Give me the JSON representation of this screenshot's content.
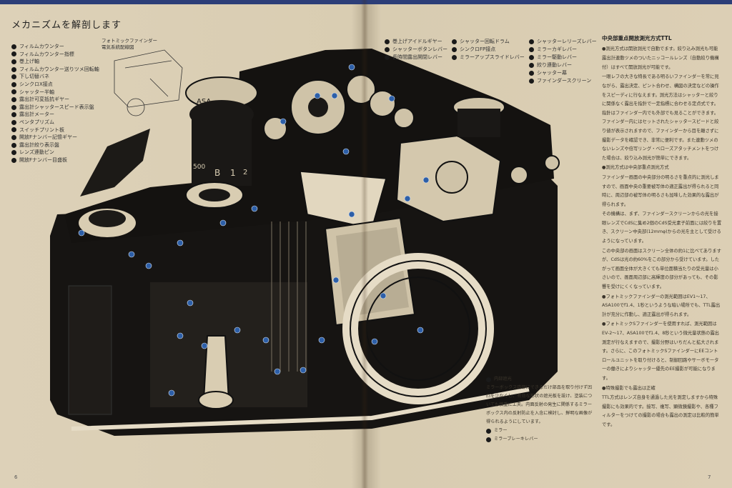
{
  "page": {
    "title": "メカニズムを解剖します",
    "legend": [
      "フィルムカウンター",
      "フィルムカウンター指標",
      "巻上げ軸",
      "フィルムカウンター送りツメ回転軸",
      "下し切替バネ",
      "シンクロX接点",
      "シャッター半軸",
      "露出計可変抵抗ギヤー",
      "露出計シャッタースピード表示盤",
      "露出計メーター",
      "ペンタプリズム",
      "スイッチプリント板",
      "開放Fナンバー記憶ギヤー",
      "露出計絞り表示盤",
      "レンズ連動ピン",
      "開放Fナンバー目盛板"
    ],
    "finder_caption": [
      "フォトミックファインダー",
      "電気系統配線図"
    ],
    "legend_col2": [
      "巻上げアイドルギヤー",
      "シャッターボタンレバー",
      "長時間露出開閉レバー"
    ],
    "legend_col3": [
      "シャッター回転ドラム",
      "シンクロFP接点",
      "ミラーアップスライドレバー"
    ],
    "legend_col4": [
      "シャッターレリーズレバー",
      "ミラーカギレバー",
      "ミラー駆動レバー",
      "絞り連動レバー",
      "シャッター幕",
      "ファインダースクリーン"
    ],
    "right_heading": "中央部重点開放測光方式TTL",
    "right_paragraphs": [
      "●測光方式は開放測光で自動でます。絞り込み測光も可能",
      "露出計連動ツメのついたニッコールレンズ（自動絞り機構付）はすべて開放測光が可能です。",
      "一眼レフの大きな特長である明るいファインダーを常に見ながら、露出決定、ピント合わせ、構図の決定などの操作をスピーディに行なえます。測光方法はシャッターと絞りに関係なく露出を指針で一定指標に合わせる定点式です。指針はファインダー内でも外部でも見ることができます。ファインダー内にはセットされたシャッタースピードと絞り値が表示されますので、ファインダーから目を離さずに撮影データを確認でき、非常に便利です。また連動ツメのないレンズや倍写リング・ベローズアタッチメントをつけた場合は、絞り込み測光が簡単にできます。",
      "●測光方式は中央部重点測光方式",
      "ファインダー画面の中央部分の明るさを重点的に測光しますので、画面中央の重要被写体の適正露出が得られると同時に、周辺部の被写体の明るさも加味した効果的な露出が得られます。",
      "その機構は、まず、ファインダースクリーンからの光を接眼レンズでCdSに集め2個のCdS受光素子前面には絞りを置き、スクリーン中央部(12mmφ)からの光を主として受けるようになっています。",
      "この中央部の画面はスクリーン全体の約1に比べてありますが、CdSは光の約60%をこの部分から受けています。したがって画面全体が大きくても単位面積当たりの受光量は小さいので、画面周辺部に高輝度の部分があっても、その影響を受けにくくなっています。",
      "●フォトミックファインダーの測光範囲はEV1～17、ASA100でf1.4、1秒というような暗い場所でも、TTL露出計が充分に作動し、適正露出が得られます。",
      "●フォトミックSファインダーを使用すれば、測光範囲はEV-2～17、ASA100でf1.4、8秒という微光量状態の露出測定が行なえますので、撮影分野はいちだんと拡大されます。さらに、このフォトミックSファインダーにEEコントロールユニットを取り付けると、制御回路やサーボモーターの働きによりシャッター優先のEE撮影が可能になります。",
      "●特殊撮影でも露出は正確",
      "TTL方式はレンズ自身を通過した光を測定しますから特殊撮影にも効果的です。接写、複写、顕微鏡撮影や、各種フィルターをつけての撮影の場合も露出の測定は比較的簡単です。"
    ],
    "bottom_items": [
      "内部遮光",
      "ミラーボックス内部にできるだけ部品を取り付けず凹凸を少なくし、有効な形状の遮光板を設け、塗装についても慎重に工夫。内面反射の発生に関係するミラーボックス内の反射防止を入念に検討し、鮮明な画像が得られるようにしています。",
      "ミラー",
      "ミラーブレーキレバー"
    ],
    "page_left": "6",
    "page_right": "7",
    "dial_labels": [
      "ASA",
      "B",
      "1",
      "2",
      "500"
    ],
    "colors": {
      "paper": "#dccfb5",
      "ink": "#1a1a1a",
      "callout": "#2d5fa8",
      "strip": "#2c3e78"
    }
  }
}
